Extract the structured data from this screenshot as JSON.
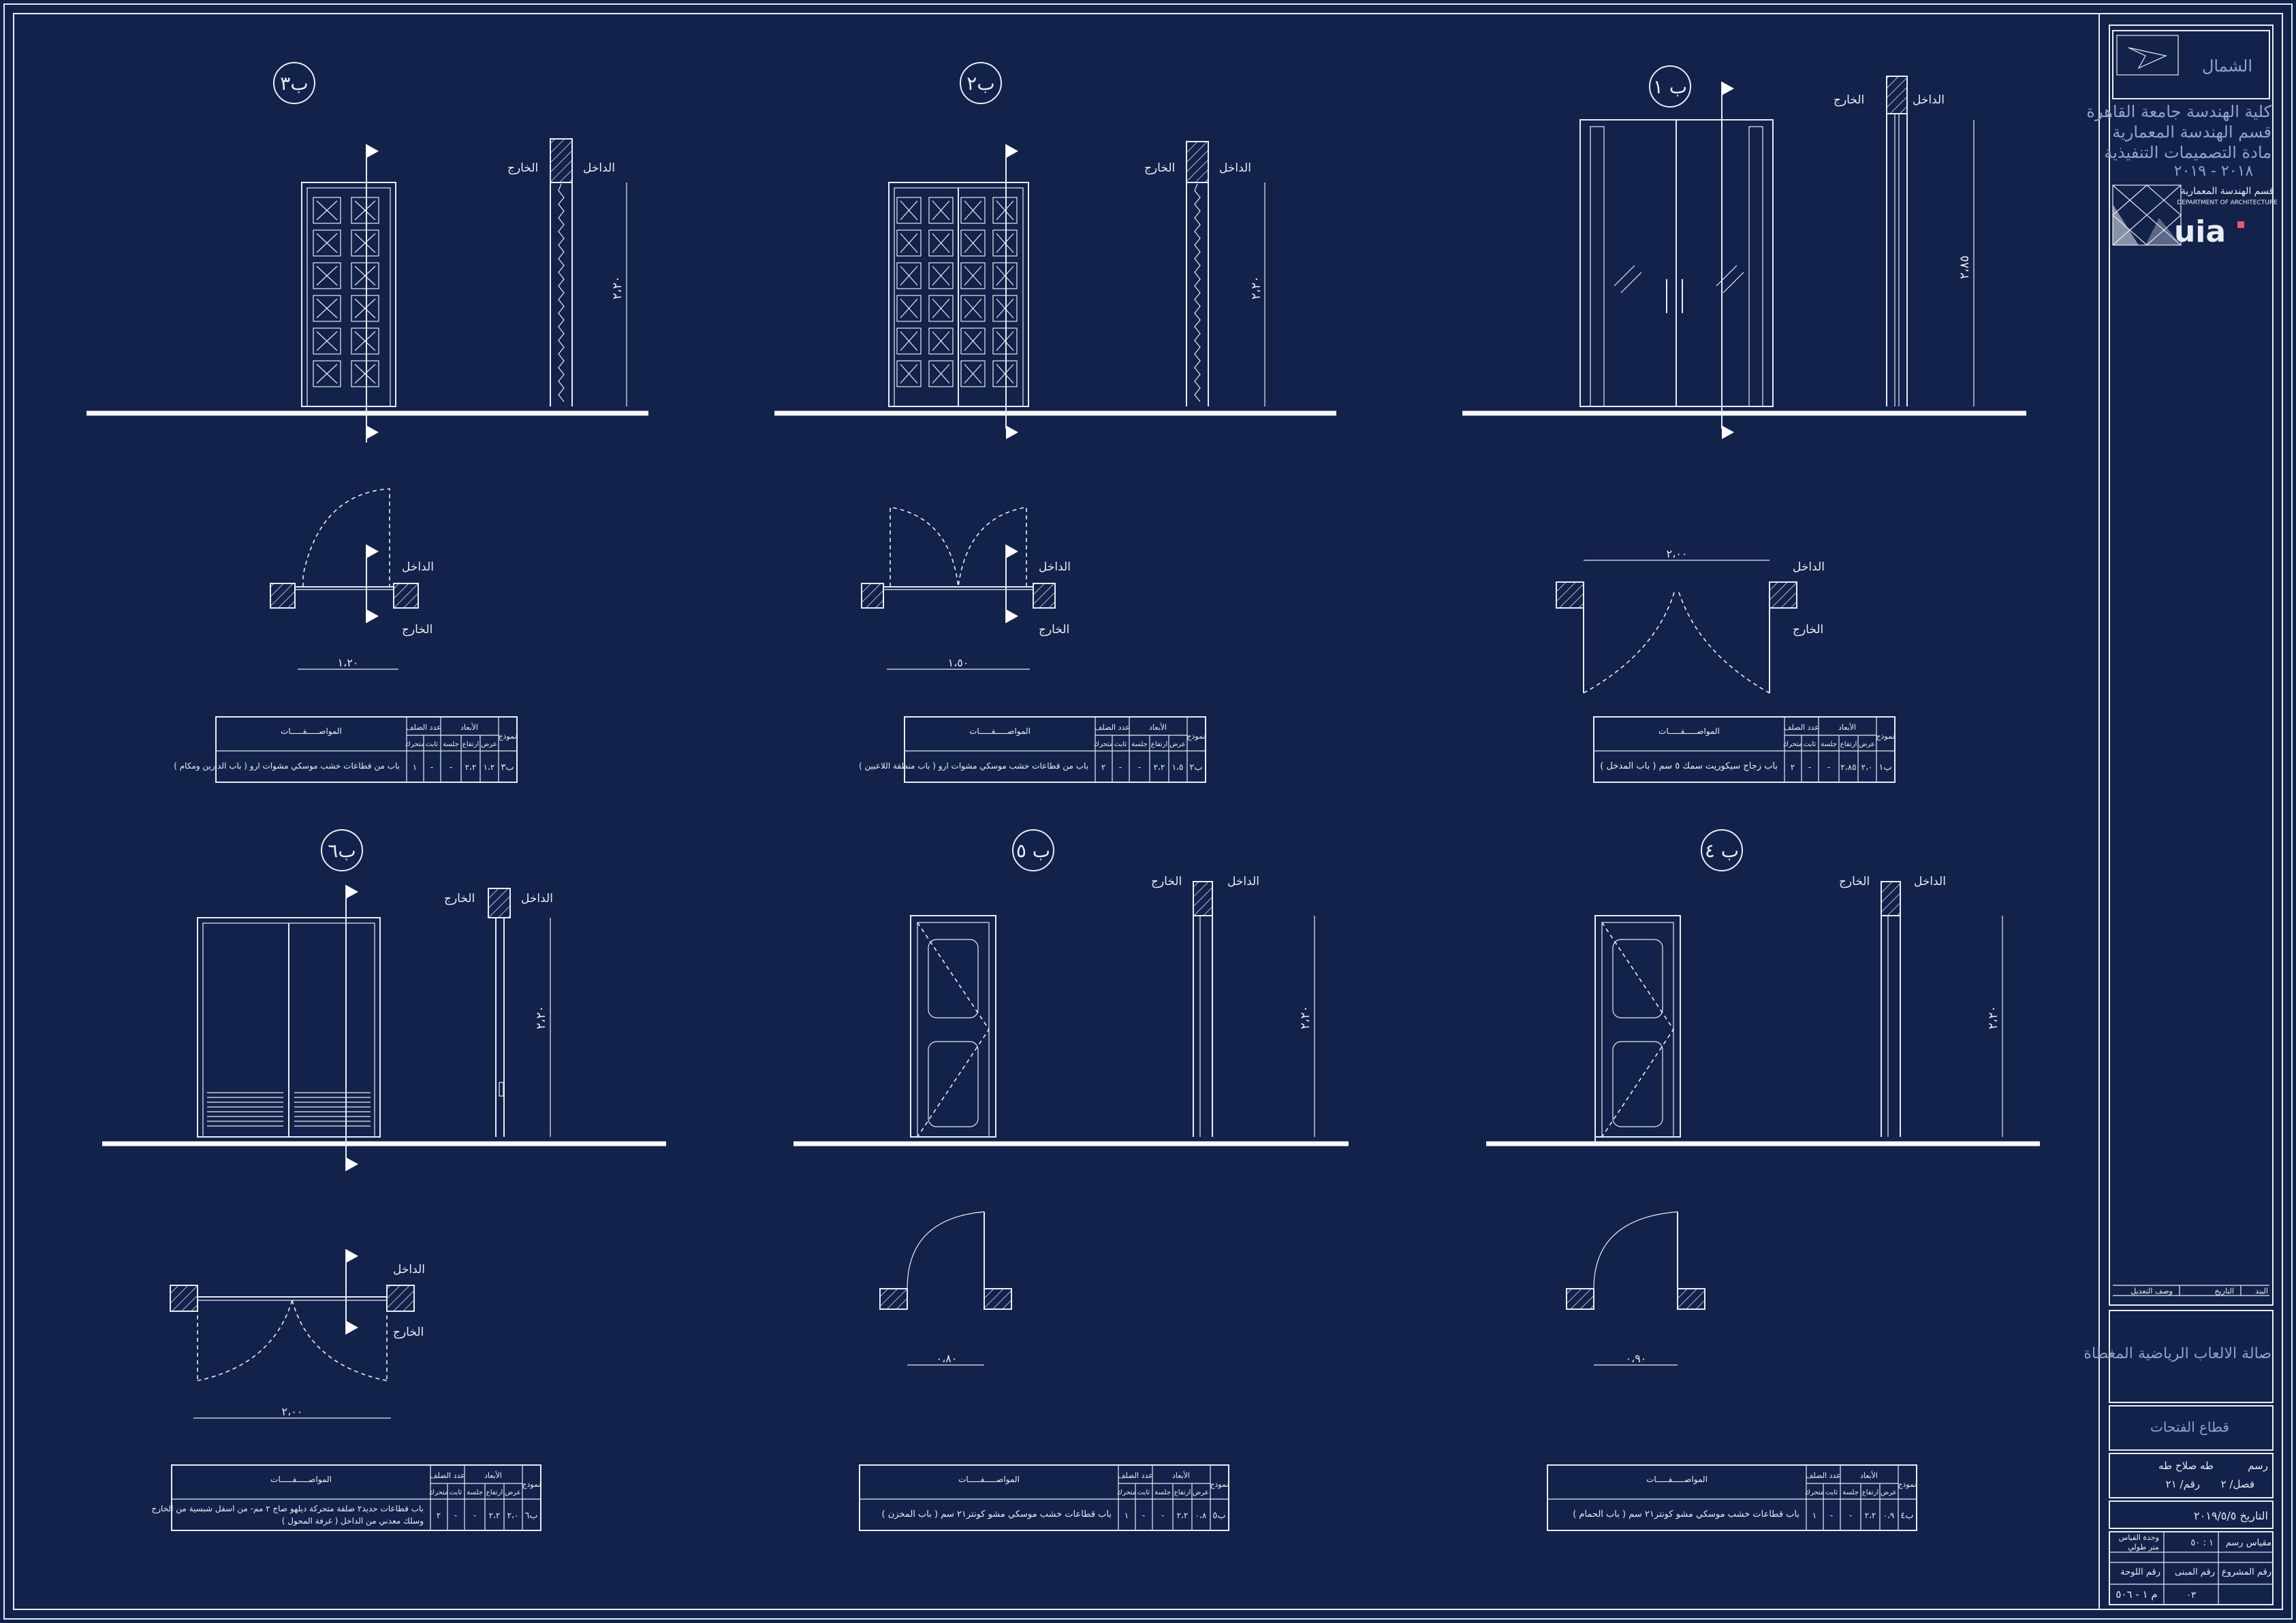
{
  "doors": [
    {
      "id": "b1",
      "tag": "ب ١",
      "label_in": "الداخل",
      "label_out": "الخارج",
      "height_dim": "٢،٨٥",
      "width_dim": "٢،٠٠",
      "schedule": {
        "h_model": "نموذج",
        "h_dimensions": "الأبعاد",
        "h_panels": "عدد الضلف",
        "h_specs": "المواصـــــفـــــات",
        "sub_w": "عرض",
        "sub_h": "ارتفاع",
        "sub_sill": "جلسة",
        "sub_fixed": "ثابت",
        "sub_moving": "متحرك",
        "model": "ب١",
        "w": "٢،٠",
        "h": "٢،٨٥",
        "sill": "-",
        "fixed": "-",
        "moving": "٢",
        "spec": "باب زجاج سيكوريت سمك ٥ سم ( باب المدخل )"
      }
    },
    {
      "id": "b2",
      "tag": "ب٢",
      "label_in": "الداخل",
      "label_out": "الخارج",
      "height_dim": "٢،٢٠",
      "width_dim": "١،٥٠",
      "schedule": {
        "h_model": "نموذج",
        "h_dimensions": "الأبعاد",
        "h_panels": "عدد الضلف",
        "h_specs": "المواصـــــفـــــات",
        "sub_w": "عرض",
        "sub_h": "ارتفاع",
        "sub_sill": "جلسة",
        "sub_fixed": "ثابت",
        "sub_moving": "متحرك",
        "model": "ب٢",
        "w": "١،٥",
        "h": "٢،٢",
        "sill": "-",
        "fixed": "-",
        "moving": "٢",
        "spec": "باب من قطاعات خشب موسكي مشوات ارو ( باب منطقة اللاعبين )"
      }
    },
    {
      "id": "b3",
      "tag": "ب٣",
      "label_in": "الداخل",
      "label_out": "الخارج",
      "height_dim": "٢،٢٠",
      "width_dim": "١،٢٠",
      "schedule": {
        "h_model": "نموذج",
        "h_dimensions": "الأبعاد",
        "h_panels": "عدد الضلف",
        "h_specs": "المواصـــــفـــــات",
        "sub_w": "عرض",
        "sub_h": "ارتفاع",
        "sub_sill": "جلسة",
        "sub_fixed": "ثابت",
        "sub_moving": "متحرك",
        "model": "ب٣",
        "w": "١،٢",
        "h": "٢،٢",
        "sill": "-",
        "fixed": "-",
        "moving": "١",
        "spec": "باب من قطاعات خشب موسكي مشوات ارو ( باب الدارين ومكام )"
      }
    },
    {
      "id": "b4",
      "tag": "ب ٤",
      "label_in": "الداخل",
      "label_out": "الخارج",
      "height_dim": "٢،٢٠",
      "width_dim": "٠،٩٠",
      "schedule": {
        "h_model": "نموذج",
        "h_dimensions": "الأبعاد",
        "h_panels": "عدد الضلف",
        "h_specs": "المواصـــــفـــــات",
        "sub_w": "عرض",
        "sub_h": "ارتفاع",
        "sub_sill": "جلسة",
        "sub_fixed": "ثابت",
        "sub_moving": "متحرك",
        "model": "ب٤",
        "w": "٠،٩",
        "h": "٢،٢",
        "sill": "-",
        "fixed": "-",
        "moving": "١",
        "spec": "باب قطاعات خشب موسكي مشو كونتر٢١ سم ( باب الحمام )"
      }
    },
    {
      "id": "b5",
      "tag": "ب ٥",
      "label_in": "الداخل",
      "label_out": "الخارج",
      "height_dim": "٢،٢٠",
      "width_dim": "٠،٨٠",
      "schedule": {
        "h_model": "نموذج",
        "h_dimensions": "الأبعاد",
        "h_panels": "عدد الضلف",
        "h_specs": "المواصـــــفـــــات",
        "sub_w": "عرض",
        "sub_h": "ارتفاع",
        "sub_sill": "جلسة",
        "sub_fixed": "ثابت",
        "sub_moving": "متحرك",
        "model": "ب٥",
        "w": "٠،٨",
        "h": "٢،٢",
        "sill": "-",
        "fixed": "-",
        "moving": "١",
        "spec": "باب قطاعات خشب موسكي مشو كونتر٢١ سم ( باب المخزن )"
      }
    },
    {
      "id": "b6",
      "tag": "ب٦",
      "label_in": "الداخل",
      "label_out": "الخارج",
      "height_dim": "٢،٢٠",
      "width_dim": "٢،٠٠",
      "schedule": {
        "h_model": "نموذج",
        "h_dimensions": "الأبعاد",
        "h_panels": "عدد الضلف",
        "h_specs": "المواصـــــفـــــات",
        "sub_w": "عرض",
        "sub_h": "ارتفاع",
        "sub_sill": "جلسة",
        "sub_fixed": "ثابت",
        "sub_moving": "متحرك",
        "model": "ب٦",
        "w": "٢،٠",
        "h": "٢،٢",
        "sill": "-",
        "fixed": "-",
        "moving": "٢",
        "spec": "باب قطاعات حديد٢ ضلفة متحركة ديلهو صاج ٢ مم- من اسفل شبسية من الخارج",
        "spec2": "وسلك معدني من الداخل ( غرفة المحول )"
      }
    }
  ],
  "title_block": {
    "north": "الشمال",
    "uni_line1": "كلية الهندسة جامعة القاهرة",
    "uni_line2": "قسم الهندسة المعمارية",
    "uni_line3": "مادة التصميمات التنفيذية",
    "year": "٢٠١٨ - ٢٠١٩",
    "dept_ar": "قسم الهندسة المعمارية",
    "dept_en": "DEPARTMENT OF ARCHITECTURE",
    "logo_text": "uia",
    "rev_col1": "البند",
    "rev_col2": "التاريخ",
    "rev_col3": "وصف التعديل",
    "project": "صالة الالعاب الرياضية المغطاة",
    "sheet_title": "قطاع الفتحات",
    "drawn_label": "رسم",
    "drawn_name": "طه صلاح طه",
    "class_label": "فصل/ ٢",
    "number_label": "رقم/ ٢١",
    "date": "التاريخ ٢٠١٩/٥/٥",
    "scale_label": "مقياس رسم",
    "scale_value": "١ : ٥٠",
    "unit_label": "وحدة القياس",
    "unit_value": "متر طولي",
    "proj_no_label": "رقم المشروع",
    "building_no_label": "رقم المبنى",
    "sheet_no_label": "رقم اللوحة",
    "building_no": "٠٣",
    "sheet_no": "م ١ - ٥٠٦"
  },
  "colors": {
    "background": "#13224a",
    "line": "#e8ecf5"
  }
}
